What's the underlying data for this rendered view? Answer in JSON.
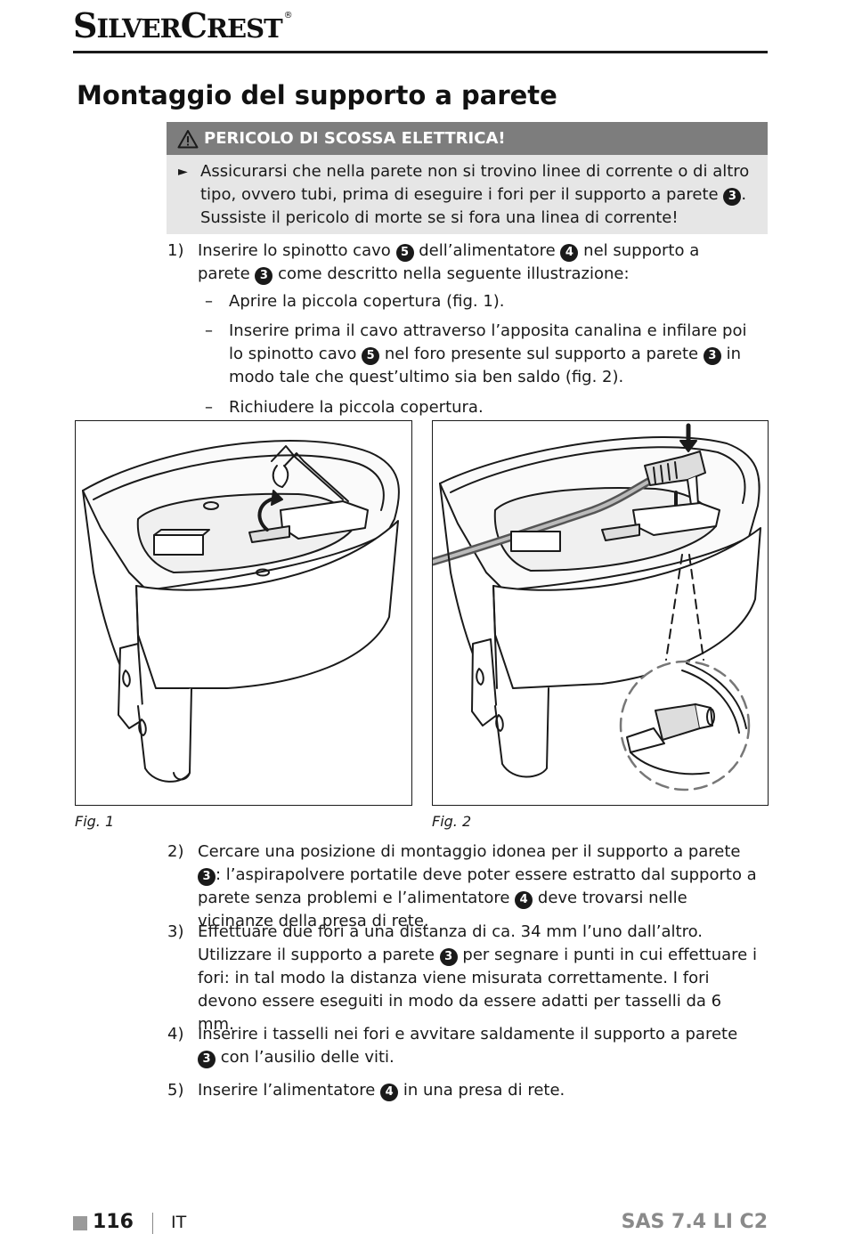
{
  "header": {
    "brand_part1_big": "S",
    "brand_part1_small": "ILVER",
    "brand_part2_big": "C",
    "brand_part2_small": "REST",
    "registered": "®"
  },
  "page_title": "Montaggio del supporto a parete",
  "warning": {
    "icon": "warning-triangle-icon",
    "heading": "PERICOLO DI SCOSSA ELETTRICA!",
    "bullet_icon": "arrow-right-icon",
    "text_part1": "Assicurarsi che nella parete non si trovino linee di corrente o di altro tipo, ovvero tubi, prima di eseguire i fori per il supporto a parete",
    "ref": "3",
    "text_part2": ". Sussiste il pericolo di morte se si fora una linea di corrente!"
  },
  "steps": [
    {
      "num": "1)",
      "parts": [
        "Inserire lo spinotto cavo ",
        "5",
        " dell’alimentatore ",
        "4",
        " nel supporto a parete ",
        "3",
        " come descritto nella seguente illustrazione:"
      ],
      "subs": [
        {
          "dash": "–",
          "parts": [
            "Aprire la piccola copertura (fig. 1)."
          ]
        },
        {
          "dash": "–",
          "parts": [
            "Inserire prima il cavo attraverso l’apposita canalina e infilare poi lo spinotto cavo ",
            "5",
            " nel foro presente sul supporto a parete ",
            "3",
            " in modo tale che quest’ultimo sia ben saldo (fig. 2)."
          ]
        },
        {
          "dash": "–",
          "parts": [
            "Richiudere la piccola copertura."
          ]
        }
      ]
    },
    {
      "num": "2)",
      "parts": [
        "Cercare una posizione di montaggio idonea per il supporto a parete ",
        "3",
        ": l’aspirapolvere portatile deve poter essere estratto dal supporto a parete senza problemi e l’alimentatore ",
        "4",
        " deve trovarsi nelle vicinanze della presa di rete."
      ]
    },
    {
      "num": "3)",
      "parts": [
        "Effettuare due fori a una distanza di ca. 34 mm l’uno dall’altro. Utilizzare il supporto a parete ",
        "3",
        " per segnare i punti in cui effettuare i fori: in tal modo la distanza viene misurata correttamente. I fori devono essere eseguiti in modo da essere adatti per tasselli da 6 mm."
      ]
    },
    {
      "num": "4)",
      "parts": [
        "Inserire i tasselli nei fori e avvitare saldamente il supporto a parete ",
        "3",
        " con l’ausilio delle viti."
      ]
    },
    {
      "num": "5)",
      "parts": [
        "Inserire l’alimentatore ",
        "4",
        " in una presa di rete."
      ]
    }
  ],
  "figures": [
    {
      "label": "Fig. 1"
    },
    {
      "label": "Fig. 2"
    }
  ],
  "footer": {
    "page_number": "116",
    "language": "IT",
    "model": "SAS 7.4 LI C2"
  }
}
